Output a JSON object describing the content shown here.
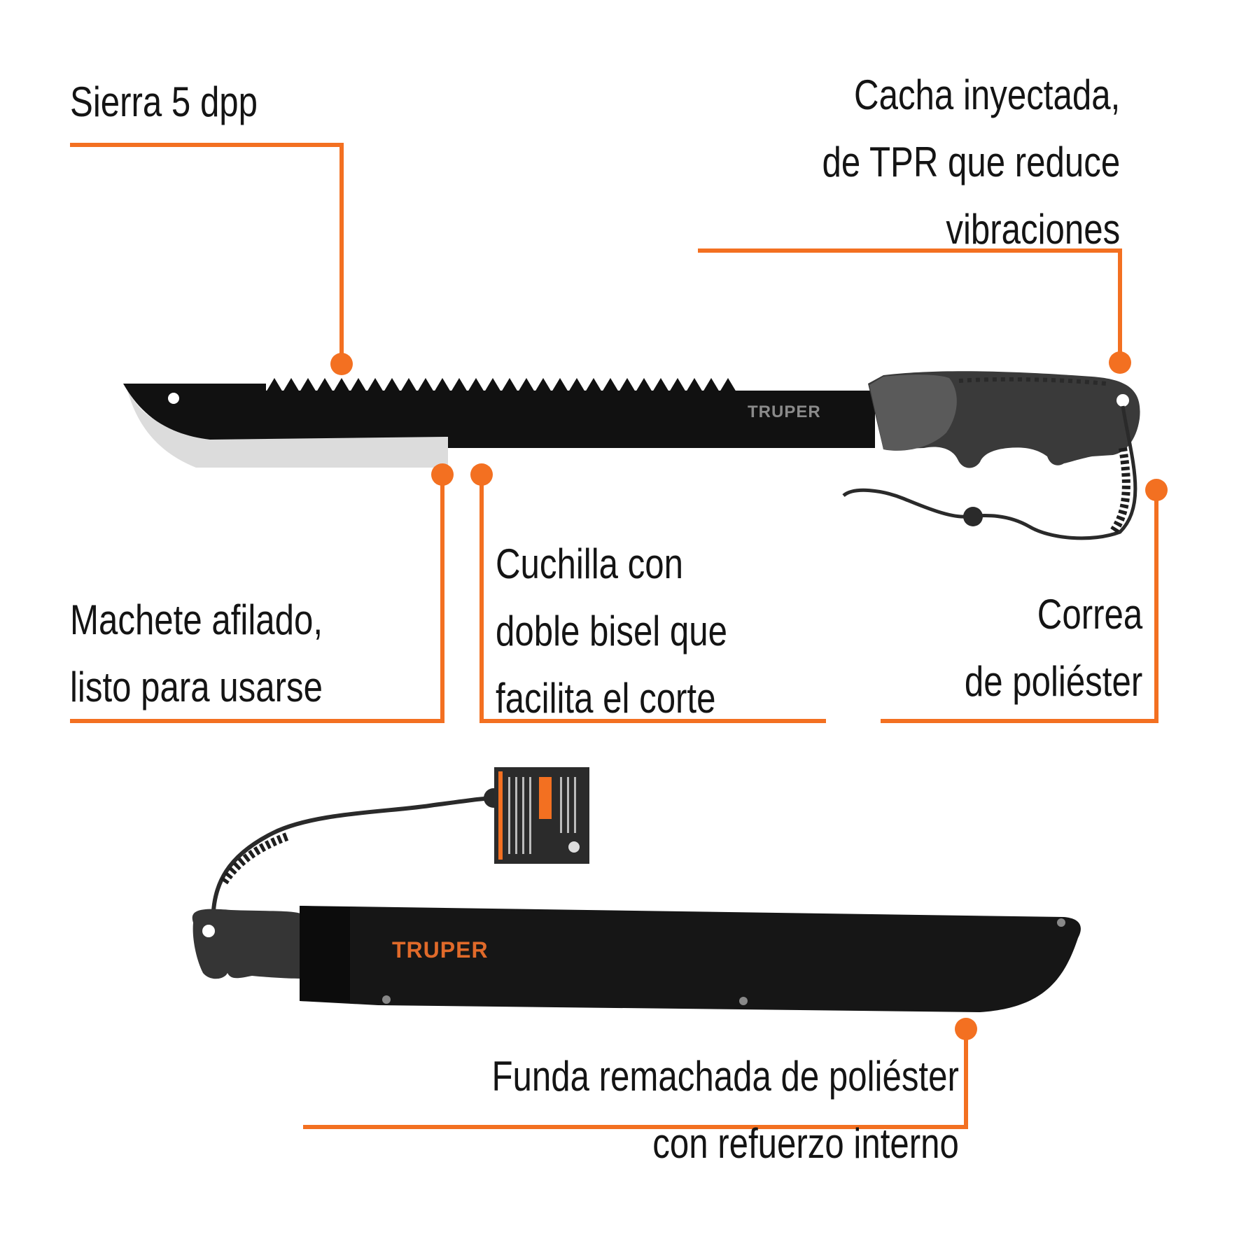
{
  "colors": {
    "accent": "#f37021",
    "text": "#141414",
    "blade": "#111111",
    "steel_edge": "#d9d9d9",
    "handle": "#3a3a3a",
    "sheath_brand": "#e06a2a"
  },
  "callouts": {
    "saw": {
      "lines": [
        "Sierra 5 dpp"
      ]
    },
    "grip": {
      "lines": [
        "Cacha inyectada,",
        "de TPR que reduce",
        "vibraciones"
      ]
    },
    "sharp": {
      "lines": [
        "Machete afilado,",
        "listo para usarse"
      ]
    },
    "bevel": {
      "lines": [
        "Cuchilla con",
        "doble bisel que",
        "facilita el corte"
      ]
    },
    "strap": {
      "lines": [
        "Correa",
        "de poliéster"
      ]
    },
    "sheath": {
      "lines": [
        "Funda remachada de poliéster",
        "con refuerzo interno"
      ]
    }
  },
  "product": {
    "blade_brand": "TRUPER",
    "sheath_brand": "TRUPER"
  }
}
